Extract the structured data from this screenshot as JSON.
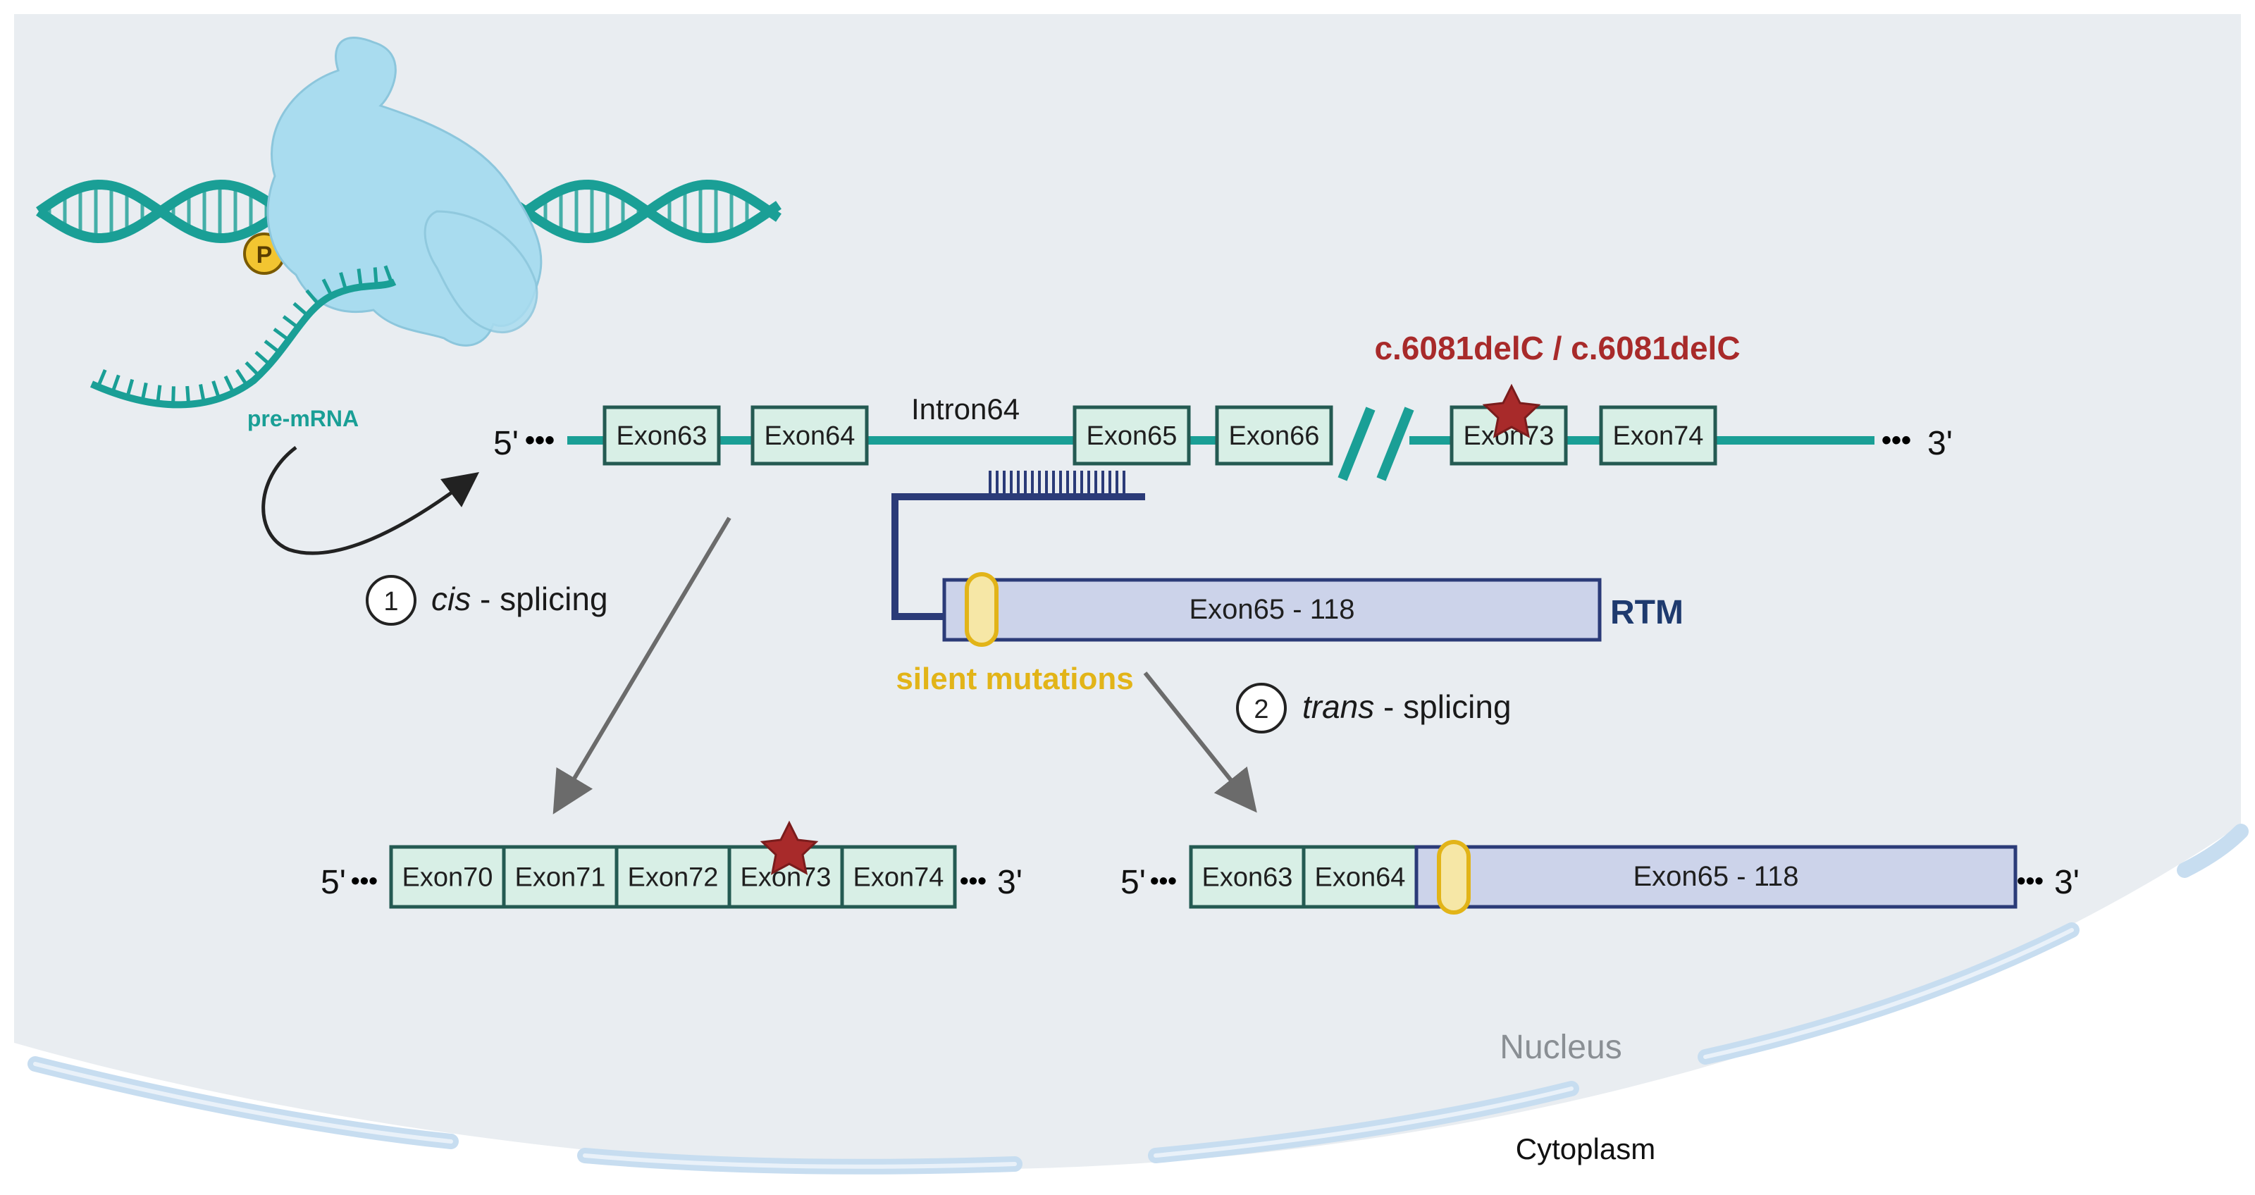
{
  "colors": {
    "nucleus_bg": "#e9edf1",
    "teal": "#1a9f96",
    "exon_fill": "#d8efe6",
    "exon_stroke": "#245a52",
    "rtm_fill": "#ccd3ea",
    "rtm_stroke": "#2b3b78",
    "rtm_label": "#1e3a6e",
    "mutation_red": "#a82a2a",
    "silent_gold": "#e2b418",
    "polymerase": "#a9dcef",
    "membrane": "#c7ddf0"
  },
  "labels": {
    "pre_mrna": "pre-mRNA",
    "phospho": "P",
    "intron": "Intron64",
    "mutation": "c.6081delC / c.6081delC",
    "rtm": "RTM",
    "rtm_exon": "Exon65 - 118",
    "silent_mutations": "silent mutations",
    "cis_num": "1",
    "cis_word": "cis",
    "cis_rest": " - splicing",
    "trans_num": "2",
    "trans_word": "trans",
    "trans_rest": " - splicing",
    "nucleus": "Nucleus",
    "cytoplasm": "Cytoplasm",
    "five_prime": "5'",
    "three_prime": "3'"
  },
  "top_strand": {
    "exons": [
      "Exon63",
      "Exon64",
      "Exon65",
      "Exon66",
      "Exon73",
      "Exon74"
    ]
  },
  "cis_product": {
    "exons": [
      "Exon70",
      "Exon71",
      "Exon72",
      "Exon73",
      "Exon74"
    ]
  },
  "trans_product": {
    "exons": [
      "Exon63",
      "Exon64"
    ],
    "rtm_exon": "Exon65 - 118"
  }
}
